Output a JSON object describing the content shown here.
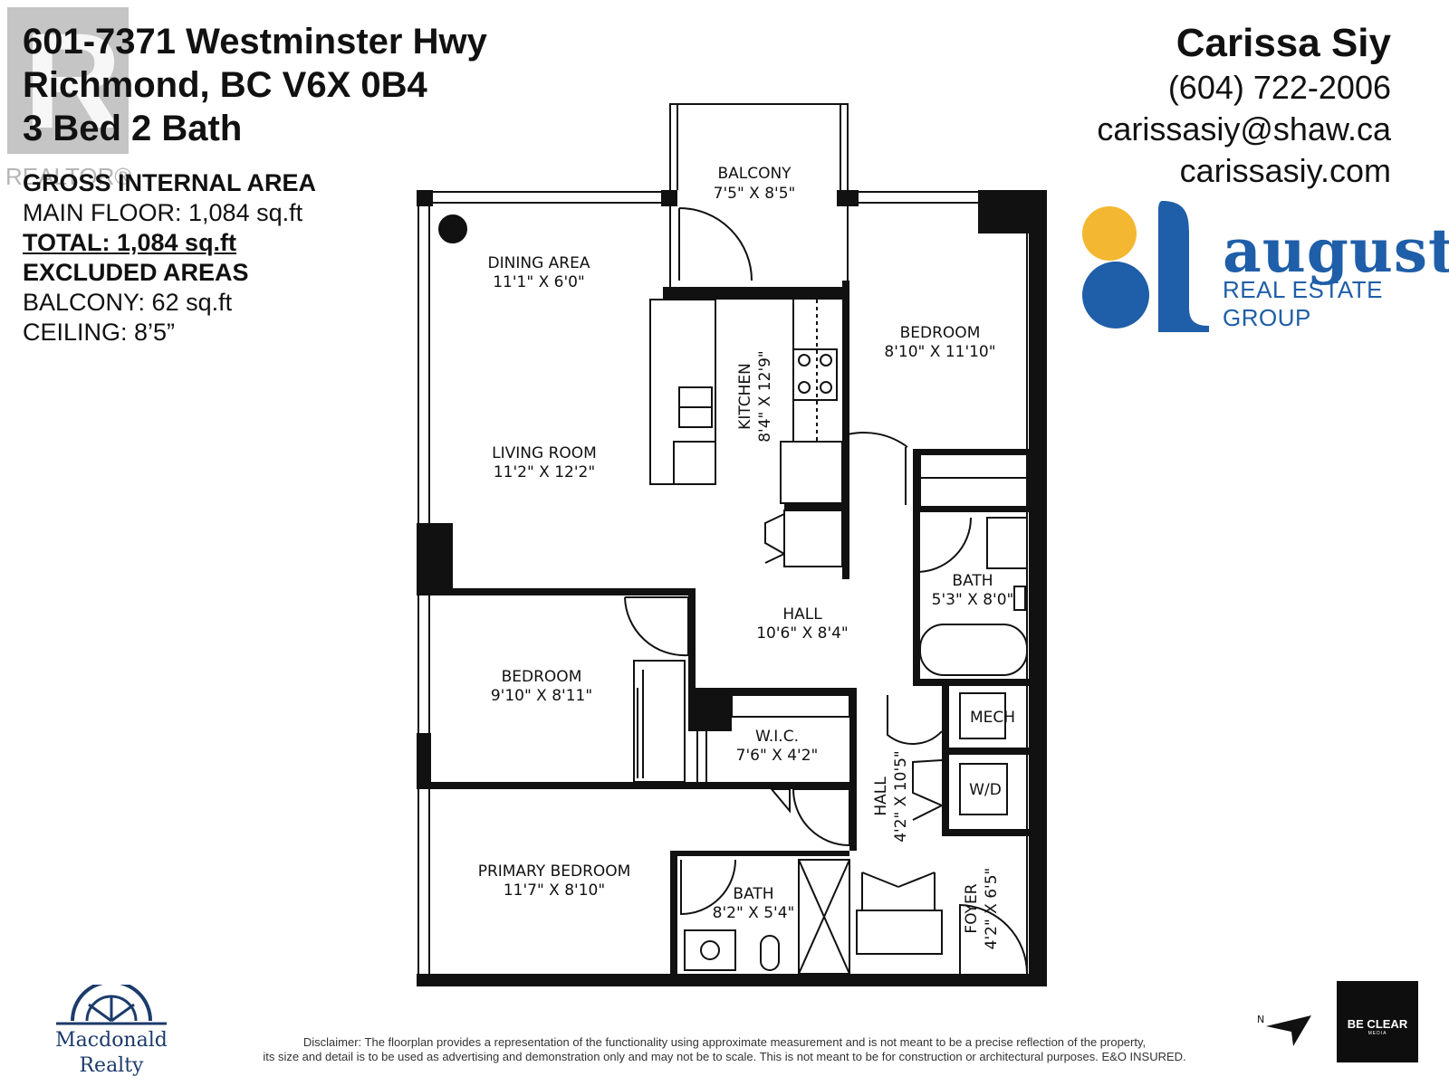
{
  "header": {
    "address_line1": "601-7371 Westminster Hwy",
    "address_line2": "Richmond, BC V6X 0B4",
    "address_line3": "3 Bed 2 Bath"
  },
  "watermark": {
    "letter": "R",
    "text": "REALTOR®"
  },
  "area_info": {
    "gross_title": "GROSS INTERNAL AREA",
    "main_floor": "MAIN FLOOR: 1,084 sq.ft",
    "total": "TOTAL: 1,084 sq.ft",
    "excluded_title": "EXCLUDED AREAS",
    "balcony": "BALCONY: 62 sq.ft",
    "ceiling": "CEILING: 8’5”"
  },
  "agent": {
    "name": "Carissa Siy",
    "phone": "(604) 722-2006",
    "email": "carissasiy@shaw.ca",
    "website": "carissasiy.com"
  },
  "brand": {
    "name": "augusta",
    "sub": "REAL ESTATE GROUP",
    "color_blue": "#1f5ea8",
    "color_yellow": "#f4b731"
  },
  "rooms": {
    "balcony": {
      "name": "BALCONY",
      "dim": "7'5\" X 8'5\""
    },
    "dining": {
      "name": "DINING AREA",
      "dim": "11'1\" X 6'0\""
    },
    "living": {
      "name": "LIVING ROOM",
      "dim": "11'2\" X 12'2\""
    },
    "kitchen": {
      "name": "KITCHEN",
      "dim": "8'4\" X 12'9\""
    },
    "bedroom_ne": {
      "name": "BEDROOM",
      "dim": "8'10\" X 11'10\""
    },
    "bath_main": {
      "name": "BATH",
      "dim": "5'3\" X 8'0\""
    },
    "hall_main": {
      "name": "HALL",
      "dim": "10'6\" X 8'4\""
    },
    "bedroom_w": {
      "name": "BEDROOM",
      "dim": "9'10\" X 8'11\""
    },
    "wic": {
      "name": "W.I.C.",
      "dim": "7'6\" X 4'2\""
    },
    "mech": {
      "name": "MECH"
    },
    "wd": {
      "name": "W/D"
    },
    "hall_side": {
      "name": "HALL",
      "dim": "4'2\" X 10'5\""
    },
    "primary": {
      "name": "PRIMARY BEDROOM",
      "dim": "11'7\" X 8'10\""
    },
    "bath_ensuite": {
      "name": "BATH",
      "dim": "8'2\" X 5'4\""
    },
    "foyer": {
      "name": "FOYER",
      "dim": "4'2\" X 6'5\""
    }
  },
  "footer": {
    "disclaimer1": "Disclaimer: The floorplan provides a representation of the functionality using approximate measurement and is not meant to be a precise reflection of the property,",
    "disclaimer2": "its size and detail is to be used as advertising and demonstration only and may not be to scale. This is not meant to be for construction or architectural purposes. E&O INSURED.",
    "macdonald_1": "Macdonald",
    "macdonald_2": "Realty",
    "beclear": "BE CLEAR",
    "beclear_sub": "MEDIA",
    "north": "N"
  }
}
